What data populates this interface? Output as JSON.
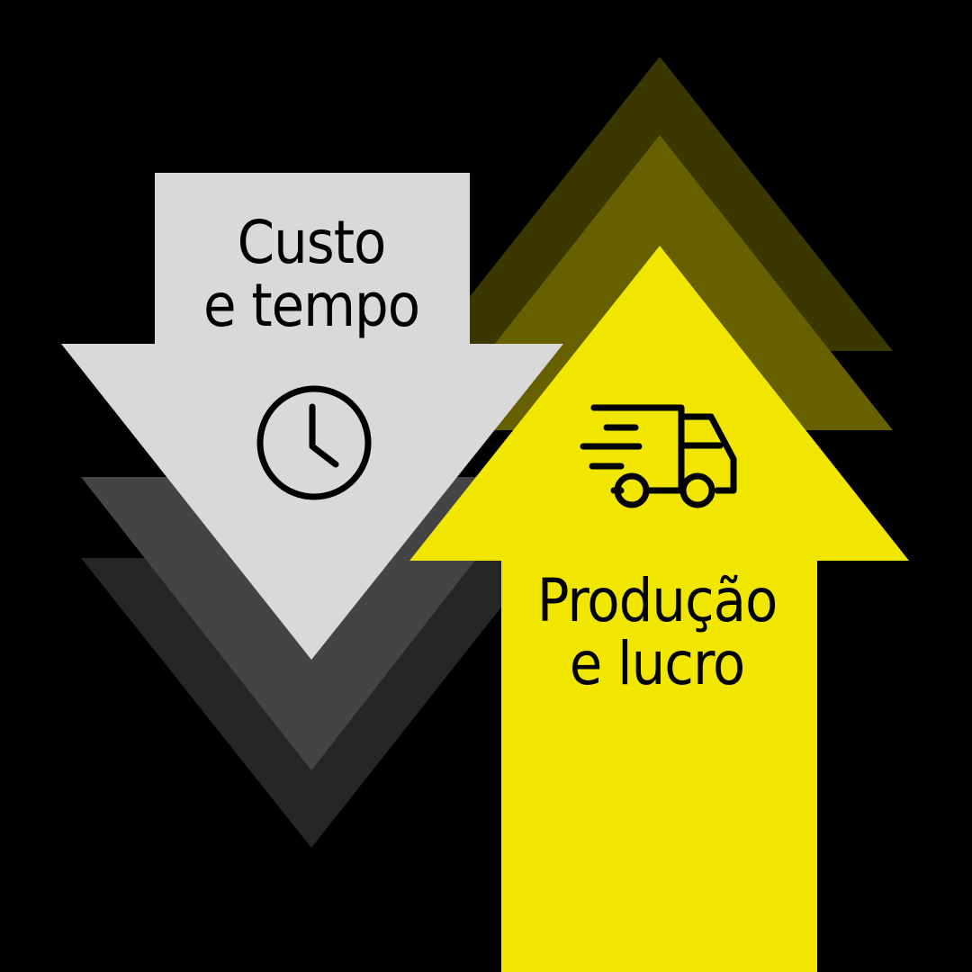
{
  "colors": {
    "background": "#000000",
    "down_arrow": "#d9d9d9",
    "down_shadow_1": "#444444",
    "down_shadow_2": "#262626",
    "up_arrow": "#f0e600",
    "up_shadow_1": "#666000",
    "up_shadow_2": "#3b3700",
    "text": "#000000"
  },
  "down_arrow": {
    "icon": "clock-icon",
    "label_line1": "Custo",
    "label_line2": "e tempo"
  },
  "up_arrow": {
    "icon": "delivery-truck-icon",
    "label_line1": "Produção",
    "label_line2": "e lucro"
  }
}
